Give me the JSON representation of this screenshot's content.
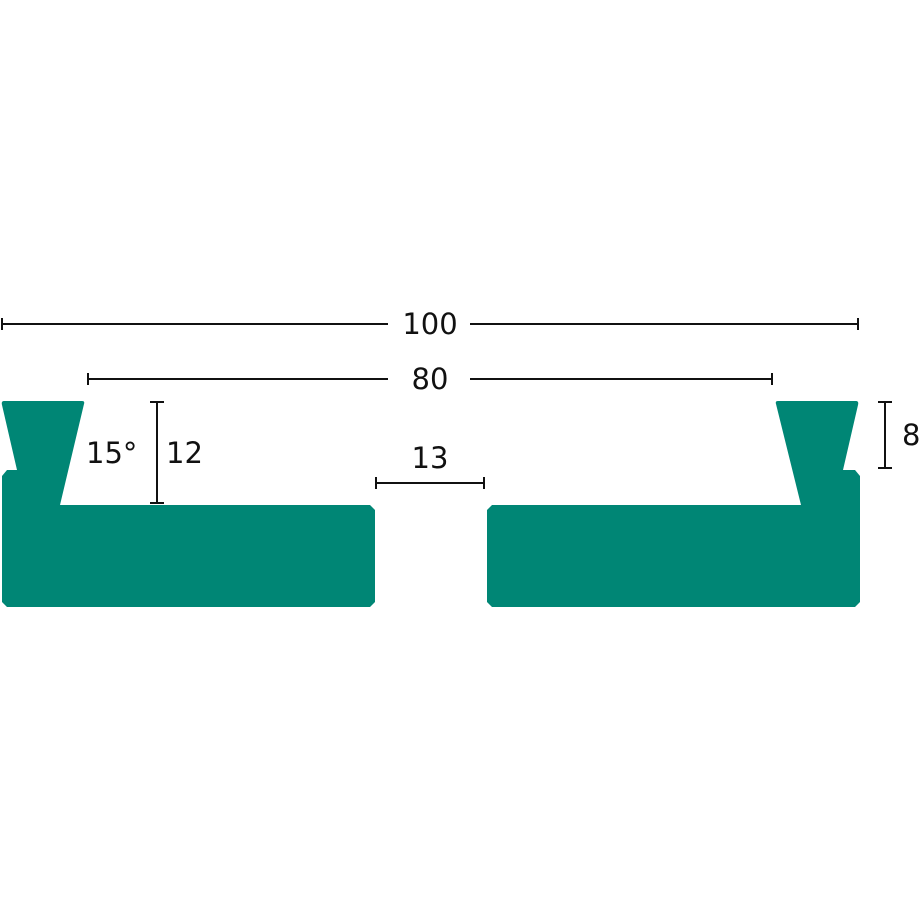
{
  "profile_color": "#008675",
  "dimensions": {
    "overall_width": "100",
    "inner_width": "80",
    "angle": "15°",
    "height": "12",
    "gap": "13",
    "lip_height": "8"
  }
}
